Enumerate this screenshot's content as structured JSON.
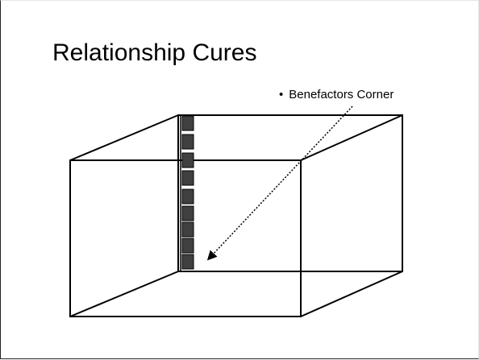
{
  "slide": {
    "title": "Relationship Cures",
    "bullet_marker": "•",
    "bullet_text": "Benefactors Corner"
  },
  "colors": {
    "line": "#000000",
    "block_fill": "#404040",
    "background": "#ffffff"
  },
  "diagram": {
    "shape": "open-box-cube",
    "blocks_count": 9,
    "arrow": "dotted-arrow"
  }
}
